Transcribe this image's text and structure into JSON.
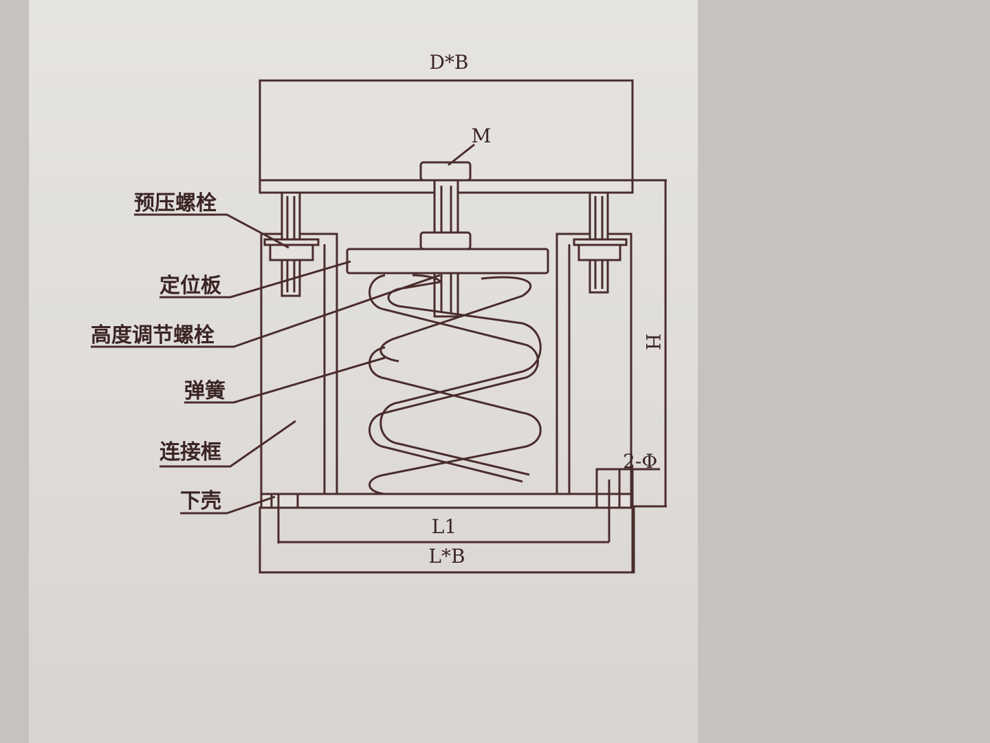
{
  "diagram": {
    "dimensions": {
      "top": "D*B",
      "bolt": "M",
      "height": "H",
      "holes": "2-Φ",
      "inner_length": "L1",
      "base": "L*B"
    },
    "labels": [
      {
        "id": "preload-bolt",
        "text": "预压螺栓"
      },
      {
        "id": "positioning-plate",
        "text": "定位板"
      },
      {
        "id": "height-adjust-bolt",
        "text": "高度调节螺栓"
      },
      {
        "id": "spring",
        "text": "弹簧"
      },
      {
        "id": "connecting-frame",
        "text": "连接框"
      },
      {
        "id": "lower-shell",
        "text": "下壳"
      }
    ],
    "line_color": "#4a2c2c"
  }
}
